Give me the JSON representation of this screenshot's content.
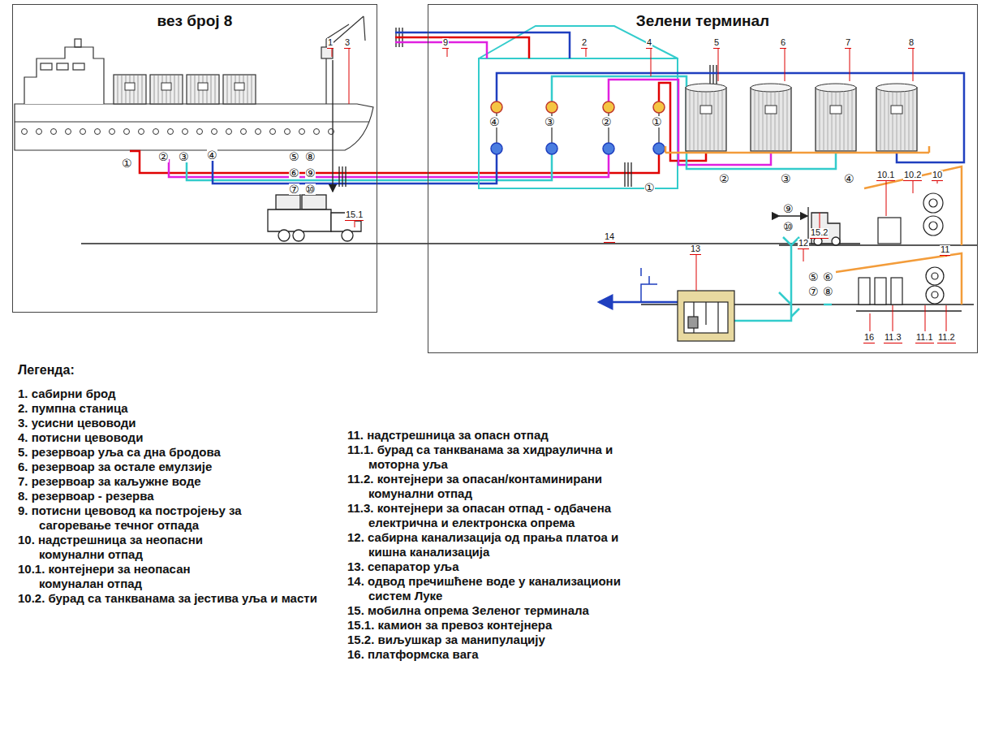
{
  "diagram": {
    "nodes": [
      {
        "text": [
          "вез број 8"
        ]
      },
      {
        "text": [
          "Зелени терминал"
        ]
      }
    ],
    "labels": [
      "1",
      "3",
      "9",
      "2",
      "4",
      "5",
      "6",
      "7",
      "8",
      "15.1",
      "15.2",
      "10.1",
      "10.2",
      "10",
      "11",
      "12",
      "13",
      "14",
      "16",
      "11.3",
      "11.1",
      "11.2",
      "①",
      "②",
      "③",
      "④",
      "⑤",
      "⑧",
      "⑥",
      "⑨",
      "⑦",
      "⑩",
      "④",
      "③",
      "②",
      "①",
      "①",
      "②",
      "③",
      "④",
      "⑨",
      "⑩",
      "⑤",
      "⑥",
      "⑦",
      "⑧",
      "Легенда:"
    ],
    "legend": [
      {
        "text": "1. сабирни брод"
      },
      {
        "text": "2. пумпна станица"
      },
      {
        "text": "3. усисни цевоводи"
      },
      {
        "text": "4. потисни цевоводи"
      },
      {
        "text": "5. резервоар уља са дна бродова"
      },
      {
        "text": "6. резервоар за остале емулзије"
      },
      {
        "text": "7. резервоар за каљужне воде"
      },
      {
        "text": "8. резервоар - резерва"
      },
      {
        "text": "9. потисни цевовод ка постројењу за сагоревање течног отпада"
      },
      {
        "text": "10. надстрешница за неопасни комунални отпад"
      },
      {
        "text": "10.1. контејнери за неопасан комуналан отпад"
      },
      {
        "text": "10.2. бурад са танкванама за јестива уља и масти"
      },
      {
        "text": "11. надстрешница за опасн отпад"
      },
      {
        "text": "11.1. бурад са танкванама за хидраулична и моторна уља"
      },
      {
        "text": "11.2. контејнери за опасан/контаминирани комунални отпад"
      },
      {
        "text": "11.3. контејнери за опасан отпад - одбачена електрична и електронска опрема"
      },
      {
        "text": "12. сабирна канализација од прања платоа и кишна канализација"
      },
      {
        "text": "13. сепаратор уља"
      },
      {
        "text": "14. одвод пречишћене воде у канализациони систем Луке"
      },
      {
        "text": "15. мобилна опрема Зеленог терминала"
      },
      {
        "text": "15.1. камион за превоз контејнера"
      },
      {
        "text": "15.2. виљушкар за манипулацију"
      },
      {
        "text": "16. платформска вага"
      }
    ]
  }
}
